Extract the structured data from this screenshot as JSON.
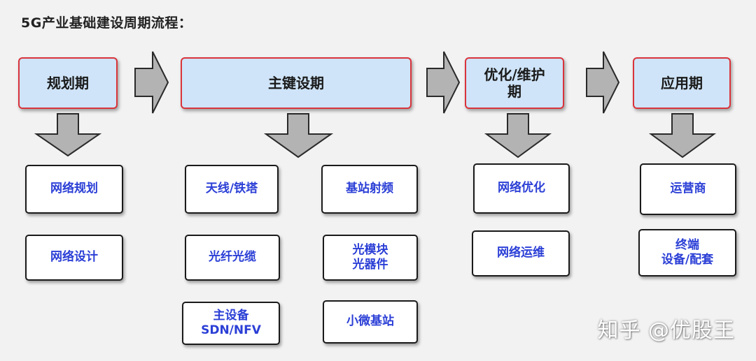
{
  "title": "5G产业基础建设周期流程：",
  "phases": [
    {
      "label": "规划期"
    },
    {
      "label": "主键设期"
    },
    {
      "label": "优化/维护\n期"
    },
    {
      "label": "应用期"
    }
  ],
  "items": [
    {
      "label": "网络规划"
    },
    {
      "label": "网络设计"
    },
    {
      "label": "天线/铁塔"
    },
    {
      "label": "光纤光缆"
    },
    {
      "label": "主设备\nSDN/NFV"
    },
    {
      "label": "基站射频"
    },
    {
      "label": "光模块\n光器件"
    },
    {
      "label": "小微基站"
    },
    {
      "label": "网络优化"
    },
    {
      "label": "网络运维"
    },
    {
      "label": "运营商"
    },
    {
      "label": "终端\n设备/配套"
    }
  ],
  "watermark": "知乎 @优股王",
  "colors": {
    "phase_fill": "#cfe4f8",
    "phase_border": "#d9343b",
    "item_text": "#2b3fd6",
    "arrow_fill": "#b3b3b3"
  }
}
